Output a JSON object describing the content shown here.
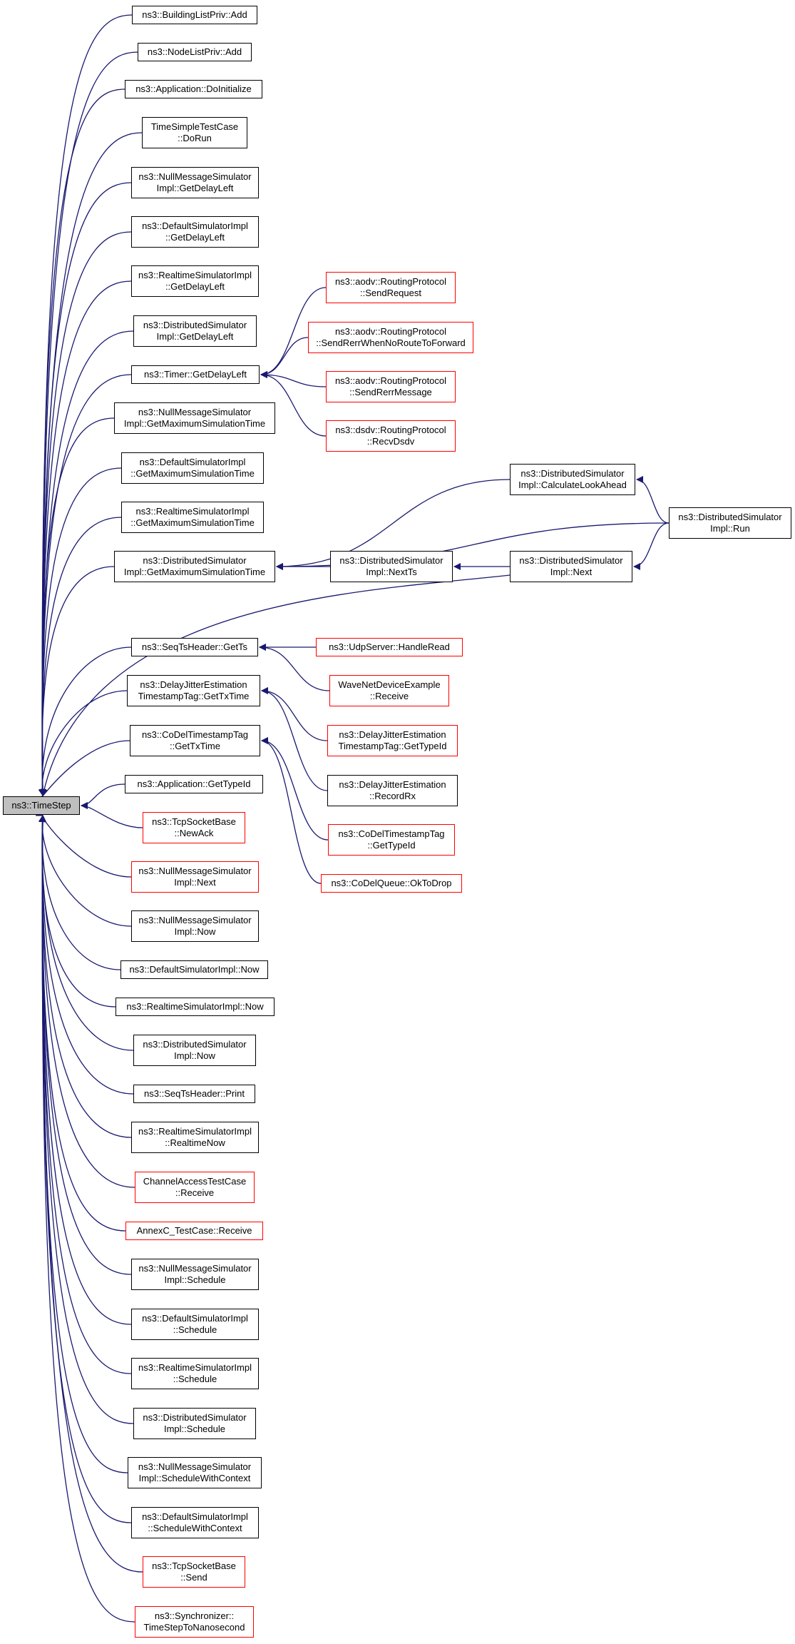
{
  "nodes": {
    "root": "ns3::TimeStep",
    "c01": "ns3::BuildingListPriv::Add",
    "c02": "ns3::NodeListPriv::Add",
    "c03": "ns3::Application::DoInitialize",
    "c04": "TimeSimpleTestCase\n::DoRun",
    "c05": "ns3::NullMessageSimulator\nImpl::GetDelayLeft",
    "c06": "ns3::DefaultSimulatorImpl\n::GetDelayLeft",
    "c07": "ns3::RealtimeSimulatorImpl\n::GetDelayLeft",
    "c08": "ns3::DistributedSimulator\nImpl::GetDelayLeft",
    "c09": "ns3::Timer::GetDelayLeft",
    "c10": "ns3::NullMessageSimulator\nImpl::GetMaximumSimulationTime",
    "c11": "ns3::DefaultSimulatorImpl\n::GetMaximumSimulationTime",
    "c12": "ns3::RealtimeSimulatorImpl\n::GetMaximumSimulationTime",
    "c13": "ns3::DistributedSimulator\nImpl::GetMaximumSimulationTime",
    "c14": "ns3::SeqTsHeader::GetTs",
    "c15": "ns3::DelayJitterEstimation\nTimestampTag::GetTxTime",
    "c16": "ns3::CoDelTimestampTag\n::GetTxTime",
    "c17": "ns3::Application::GetTypeId",
    "c18": "ns3::TcpSocketBase\n::NewAck",
    "c19": "ns3::NullMessageSimulator\nImpl::Next",
    "c20": "ns3::NullMessageSimulator\nImpl::Now",
    "c21": "ns3::DefaultSimulatorImpl::Now",
    "c22": "ns3::RealtimeSimulatorImpl::Now",
    "c23": "ns3::DistributedSimulator\nImpl::Now",
    "c24": "ns3::SeqTsHeader::Print",
    "c25": "ns3::RealtimeSimulatorImpl\n::RealtimeNow",
    "c26": "ChannelAccessTestCase\n::Receive",
    "c27": "AnnexC_TestCase::Receive",
    "c28": "ns3::NullMessageSimulator\nImpl::Schedule",
    "c29": "ns3::DefaultSimulatorImpl\n::Schedule",
    "c30": "ns3::RealtimeSimulatorImpl\n::Schedule",
    "c31": "ns3::DistributedSimulator\nImpl::Schedule",
    "c32": "ns3::NullMessageSimulator\nImpl::ScheduleWithContext",
    "c33": "ns3::DefaultSimulatorImpl\n::ScheduleWithContext",
    "c34": "ns3::TcpSocketBase\n::Send",
    "c35": "ns3::Synchronizer::\nTimeStepToNanosecond",
    "t1": "ns3::aodv::RoutingProtocol\n::SendRequest",
    "t2": "ns3::aodv::RoutingProtocol\n::SendRerrWhenNoRouteToForward",
    "t3": "ns3::aodv::RoutingProtocol\n::SendRerrMessage",
    "t4": "ns3::dsdv::RoutingProtocol\n::RecvDsdv",
    "d1": "ns3::DistributedSimulator\nImpl::NextTs",
    "d2": "ns3::DistributedSimulator\nImpl::CalculateLookAhead",
    "d3": "ns3::DistributedSimulator\nImpl::Next",
    "d4": "ns3::DistributedSimulator\nImpl::Run",
    "s1": "ns3::UdpServer::HandleRead",
    "s2": "WaveNetDeviceExample\n::Receive",
    "j1": "ns3::DelayJitterEstimation\nTimestampTag::GetTypeId",
    "j2": "ns3::DelayJitterEstimation\n::RecordRx",
    "k1": "ns3::CoDelTimestampTag\n::GetTypeId",
    "k2": "ns3::CoDelQueue::OkToDrop"
  },
  "colors": {
    "edge": "#191970",
    "box_border": "#000000",
    "red_border": "#ff0000",
    "root_fill": "#bfbfbf"
  }
}
